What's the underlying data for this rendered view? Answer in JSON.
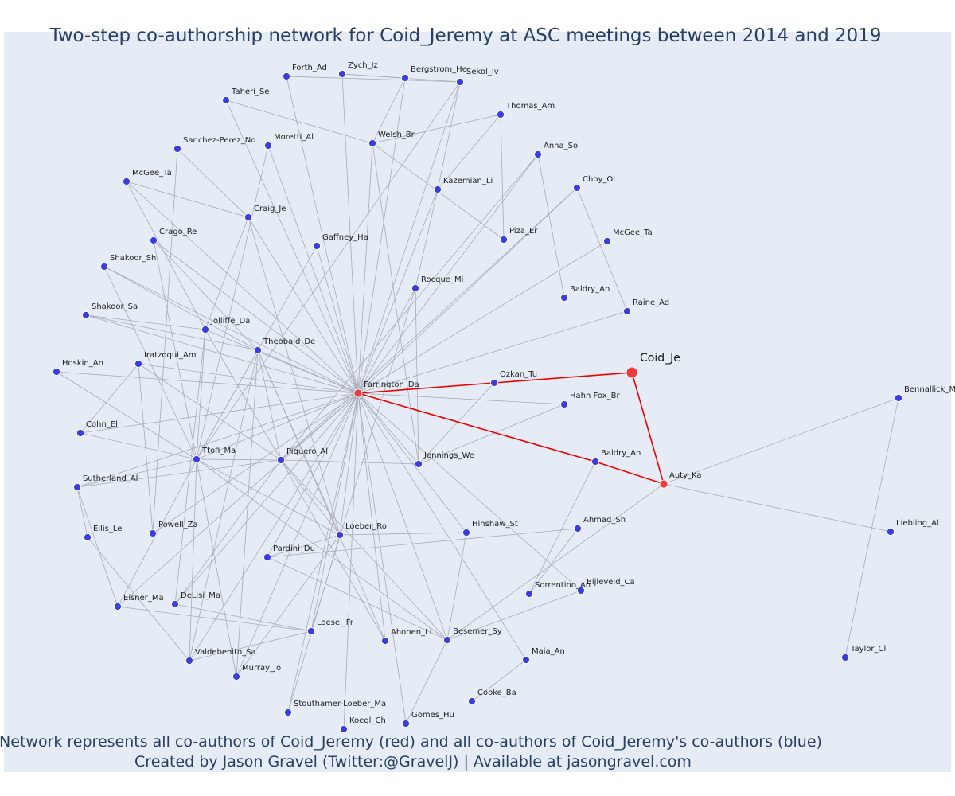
{
  "title": "Two-step co-authorship network for Coid_Jeremy at ASC meetings between 2014 and 2019",
  "caption_line1": "Network represents all co-authors of Coid_Jeremy (red) and all co-authors of Coid_Jeremy's co-authors (blue)",
  "caption_line2": "Created by Jason Gravel (Twitter:@GravelJ) | Available at jasongravel.com",
  "colors": {
    "background": "#e5ecf6",
    "edge": "#a9abb6",
    "red_edge": "#ee0000",
    "red_node": "#ef3b3b",
    "blue_node": "#3a3ee0",
    "text": "#2a3f5f"
  },
  "nodes": [
    {
      "id": "Coid_Je",
      "label": "Coid_Je",
      "group": "focal"
    },
    {
      "id": "Farrington_Da",
      "label": "Farrington_Da",
      "group": "red"
    },
    {
      "id": "Auty_Ka",
      "label": "Auty_Ka",
      "group": "red"
    },
    {
      "id": "Ozkan_Tu",
      "label": "Ozkan_Tu",
      "group": "blue"
    },
    {
      "id": "Baldry_An2",
      "label": "Baldry_An",
      "group": "blue"
    },
    {
      "id": "Forth_Ad",
      "label": "Forth_Ad",
      "group": "blue"
    },
    {
      "id": "Zych_Iz",
      "label": "Zych_Iz",
      "group": "blue"
    },
    {
      "id": "Bergstrom_He",
      "label": "Bergstrom_He",
      "group": "blue"
    },
    {
      "id": "Sekol_Iv",
      "label": "Sekol_Iv",
      "group": "blue"
    },
    {
      "id": "Taheri_Se",
      "label": "Taheri_Se",
      "group": "blue"
    },
    {
      "id": "Thomas_Am",
      "label": "Thomas_Am",
      "group": "blue"
    },
    {
      "id": "Moretti_Al",
      "label": "Moretti_Al",
      "group": "blue"
    },
    {
      "id": "Welsh_Br",
      "label": "Welsh_Br",
      "group": "blue"
    },
    {
      "id": "Sanchez-Perez_No",
      "label": "Sanchez-Perez_No",
      "group": "blue"
    },
    {
      "id": "Anna_So",
      "label": "Anna_So",
      "group": "blue"
    },
    {
      "id": "McGee_Ta",
      "label": "McGee_Ta",
      "group": "blue"
    },
    {
      "id": "Kazemian_Li",
      "label": "Kazemian_Li",
      "group": "blue"
    },
    {
      "id": "Choy_Ol",
      "label": "Choy_Ol",
      "group": "blue"
    },
    {
      "id": "Craig_Je",
      "label": "Craig_Je",
      "group": "blue"
    },
    {
      "id": "Crago_Re",
      "label": "Crago_Re",
      "group": "blue"
    },
    {
      "id": "Gaffney_Ha",
      "label": "Gaffney_Ha",
      "group": "blue"
    },
    {
      "id": "Piza_Er",
      "label": "Piza_Er",
      "group": "blue"
    },
    {
      "id": "McGee_Ta2",
      "label": "McGee_Ta",
      "group": "blue"
    },
    {
      "id": "Shakoor_Sh",
      "label": "Shakoor_Sh",
      "group": "blue"
    },
    {
      "id": "Rocque_Mi",
      "label": "Rocque_Mi",
      "group": "blue"
    },
    {
      "id": "Baldry_An",
      "label": "Baldry_An",
      "group": "blue"
    },
    {
      "id": "Raine_Ad",
      "label": "Raine_Ad",
      "group": "blue"
    },
    {
      "id": "Shakoor_Sa",
      "label": "Shakoor_Sa",
      "group": "blue"
    },
    {
      "id": "Jolliffe_Da",
      "label": "Jolliffe_Da",
      "group": "blue"
    },
    {
      "id": "Theobald_De",
      "label": "Theobald_De",
      "group": "blue"
    },
    {
      "id": "Hoskin_An",
      "label": "Hoskin_An",
      "group": "blue"
    },
    {
      "id": "Iratzoqui_Am",
      "label": "Iratzoqui_Am",
      "group": "blue"
    },
    {
      "id": "Hahn_Fox_Br",
      "label": "Hahn Fox_Br",
      "group": "blue"
    },
    {
      "id": "Bennallick_M",
      "label": "Bennallick_M",
      "group": "blue"
    },
    {
      "id": "Cohn_El",
      "label": "Cohn_El",
      "group": "blue"
    },
    {
      "id": "Ttofi_Ma",
      "label": "Ttofi_Ma",
      "group": "blue"
    },
    {
      "id": "Piquero_Al",
      "label": "Piquero_Al",
      "group": "blue"
    },
    {
      "id": "Jennings_We",
      "label": "Jennings_We",
      "group": "blue"
    },
    {
      "id": "Sutherland_Al",
      "label": "Sutherland_Al",
      "group": "blue"
    },
    {
      "id": "Powell_Za",
      "label": "Powell_Za",
      "group": "blue"
    },
    {
      "id": "Ellis_Le",
      "label": "Ellis_Le",
      "group": "blue"
    },
    {
      "id": "Loeber_Ro",
      "label": "Loeber_Ro",
      "group": "blue"
    },
    {
      "id": "Hinshaw_St",
      "label": "Hinshaw_St",
      "group": "blue"
    },
    {
      "id": "Ahmad_Sh",
      "label": "Ahmad_Sh",
      "group": "blue"
    },
    {
      "id": "Liebling_Al",
      "label": "Liebling_Al",
      "group": "blue"
    },
    {
      "id": "Pardini_Du",
      "label": "Pardini_Du",
      "group": "blue"
    },
    {
      "id": "Eisner_Ma",
      "label": "Eisner_Ma",
      "group": "blue"
    },
    {
      "id": "DeLisi_Ma",
      "label": "DeLisi_Ma",
      "group": "blue"
    },
    {
      "id": "Sorrentino_An",
      "label": "Sorrentino_An",
      "group": "blue"
    },
    {
      "id": "Bijleveld_Ca",
      "label": "Bijleveld_Ca",
      "group": "blue"
    },
    {
      "id": "Loesel_Fr",
      "label": "Loesel_Fr",
      "group": "blue"
    },
    {
      "id": "Ahonen_Li",
      "label": "Ahonen_Li",
      "group": "blue"
    },
    {
      "id": "Besemer_Sy",
      "label": "Besemer_Sy",
      "group": "blue"
    },
    {
      "id": "Valdebenito_Sa",
      "label": "Valdebenito_Sa",
      "group": "blue"
    },
    {
      "id": "Murray_Jo",
      "label": "Murray_Jo",
      "group": "blue"
    },
    {
      "id": "Maia_An",
      "label": "Maia_An",
      "group": "blue"
    },
    {
      "id": "Taylor_Cl",
      "label": "Taylor_Cl",
      "group": "blue"
    },
    {
      "id": "Cooke_Ba",
      "label": "Cooke_Ba",
      "group": "blue"
    },
    {
      "id": "Stouthamer-Loeber_Ma",
      "label": "Stouthamer-Loeber_Ma",
      "group": "blue"
    },
    {
      "id": "Gomes_Hu",
      "label": "Gomes_Hu",
      "group": "blue"
    },
    {
      "id": "Koegl_Ch",
      "label": "Koegl_Ch",
      "group": "blue"
    }
  ],
  "edges": [
    [
      "Coid_Je",
      "Ozkan_Tu",
      "red"
    ],
    [
      "Coid_Je",
      "Auty_Ka",
      "red"
    ],
    [
      "Ozkan_Tu",
      "Farrington_Da",
      "red"
    ],
    [
      "Farrington_Da",
      "Baldry_An2",
      "red"
    ],
    [
      "Baldry_An2",
      "Auty_Ka",
      "red"
    ],
    [
      "Farrington_Da",
      "Forth_Ad"
    ],
    [
      "Farrington_Da",
      "Zych_Iz"
    ],
    [
      "Farrington_Da",
      "Bergstrom_He"
    ],
    [
      "Farrington_Da",
      "Sekol_Iv"
    ],
    [
      "Farrington_Da",
      "Taheri_Se"
    ],
    [
      "Farrington_Da",
      "Moretti_Al"
    ],
    [
      "Farrington_Da",
      "Welsh_Br"
    ],
    [
      "Farrington_Da",
      "Anna_So"
    ],
    [
      "Farrington_Da",
      "McGee_Ta"
    ],
    [
      "Farrington_Da",
      "Kazemian_Li"
    ],
    [
      "Farrington_Da",
      "Choy_Ol"
    ],
    [
      "Farrington_Da",
      "Craig_Je"
    ],
    [
      "Farrington_Da",
      "Crago_Re"
    ],
    [
      "Farrington_Da",
      "Gaffney_Ha"
    ],
    [
      "Farrington_Da",
      "McGee_Ta2"
    ],
    [
      "Farrington_Da",
      "Shakoor_Sh"
    ],
    [
      "Farrington_Da",
      "Rocque_Mi"
    ],
    [
      "Farrington_Da",
      "Raine_Ad"
    ],
    [
      "Farrington_Da",
      "Shakoor_Sa"
    ],
    [
      "Farrington_Da",
      "Jolliffe_Da"
    ],
    [
      "Farrington_Da",
      "Theobald_De"
    ],
    [
      "Farrington_Da",
      "Hoskin_An"
    ],
    [
      "Farrington_Da",
      "Iratzoqui_Am"
    ],
    [
      "Farrington_Da",
      "Hahn_Fox_Br"
    ],
    [
      "Farrington_Da",
      "Cohn_El"
    ],
    [
      "Farrington_Da",
      "Ttofi_Ma"
    ],
    [
      "Farrington_Da",
      "Piquero_Al"
    ],
    [
      "Farrington_Da",
      "Jennings_We"
    ],
    [
      "Farrington_Da",
      "Sutherland_Al"
    ],
    [
      "Farrington_Da",
      "Powell_Za"
    ],
    [
      "Farrington_Da",
      "Loeber_Ro"
    ],
    [
      "Farrington_Da",
      "Hinshaw_St"
    ],
    [
      "Farrington_Da",
      "Pardini_Du"
    ],
    [
      "Farrington_Da",
      "Eisner_Ma"
    ],
    [
      "Farrington_Da",
      "DeLisi_Ma"
    ],
    [
      "Farrington_Da",
      "Bijleveld_Ca"
    ],
    [
      "Farrington_Da",
      "Loesel_Fr"
    ],
    [
      "Farrington_Da",
      "Ahonen_Li"
    ],
    [
      "Farrington_Da",
      "Besemer_Sy"
    ],
    [
      "Farrington_Da",
      "Valdebenito_Sa"
    ],
    [
      "Farrington_Da",
      "Murray_Jo"
    ],
    [
      "Farrington_Da",
      "Maia_An"
    ],
    [
      "Farrington_Da",
      "Stouthamer-Loeber_Ma"
    ],
    [
      "Farrington_Da",
      "Gomes_Hu"
    ],
    [
      "Farrington_Da",
      "Koegl_Ch"
    ],
    [
      "Forth_Ad",
      "Sekol_Iv"
    ],
    [
      "Zych_Iz",
      "Bergstrom_He"
    ],
    [
      "Zych_Iz",
      "Sekol_Iv"
    ],
    [
      "Bergstrom_He",
      "Welsh_Br"
    ],
    [
      "Sekol_Iv",
      "Kazemian_Li"
    ],
    [
      "Sekol_Iv",
      "Ttofi_Ma"
    ],
    [
      "Taheri_Se",
      "Welsh_Br"
    ],
    [
      "Welsh_Br",
      "Thomas_Am"
    ],
    [
      "Welsh_Br",
      "Piza_Er"
    ],
    [
      "Welsh_Br",
      "Jennings_We"
    ],
    [
      "Thomas_Am",
      "Kazemian_Li"
    ],
    [
      "Thomas_Am",
      "Piza_Er"
    ],
    [
      "Kazemian_Li",
      "Rocque_Mi"
    ],
    [
      "Anna_So",
      "Baldry_An"
    ],
    [
      "Anna_So",
      "Piquero_Al"
    ],
    [
      "Choy_Ol",
      "Raine_Ad"
    ],
    [
      "Choy_Ol",
      "Piquero_Al"
    ],
    [
      "Moretti_Al",
      "Ttofi_Ma"
    ],
    [
      "Sanchez-Perez_No",
      "Craig_Je"
    ],
    [
      "Sanchez-Perez_No",
      "Powell_Za"
    ],
    [
      "McGee_Ta",
      "Craig_Je"
    ],
    [
      "McGee_Ta",
      "Jolliffe_Da"
    ],
    [
      "Craig_Je",
      "Jolliffe_Da"
    ],
    [
      "Craig_Je",
      "Loeber_Ro"
    ],
    [
      "Crago_Re",
      "Ttofi_Ma"
    ],
    [
      "Crago_Re",
      "Theobald_De"
    ],
    [
      "Gaffney_Ha",
      "Ttofi_Ma"
    ],
    [
      "Shakoor_Sh",
      "Theobald_De"
    ],
    [
      "Shakoor_Sh",
      "Ttofi_Ma"
    ],
    [
      "Shakoor_Sa",
      "Theobald_De"
    ],
    [
      "Shakoor_Sa",
      "Jolliffe_Da"
    ],
    [
      "Jolliffe_Da",
      "Ttofi_Ma"
    ],
    [
      "Jolliffe_Da",
      "Piquero_Al"
    ],
    [
      "Jolliffe_Da",
      "DeLisi_Ma"
    ],
    [
      "Theobald_De",
      "Piquero_Al"
    ],
    [
      "Theobald_De",
      "Loeber_Ro"
    ],
    [
      "Theobald_De",
      "Valdebenito_Sa"
    ],
    [
      "Theobald_De",
      "Ttofi_Ma"
    ],
    [
      "Theobald_De",
      "Murray_Jo"
    ],
    [
      "Theobald_De",
      "Ahonen_Li"
    ],
    [
      "Iratzoqui_Am",
      "Piquero_Al"
    ],
    [
      "Iratzoqui_Am",
      "Cohn_El"
    ],
    [
      "Iratzoqui_Am",
      "Powell_Za"
    ],
    [
      "Cohn_El",
      "Ttofi_Ma"
    ],
    [
      "Ttofi_Ma",
      "Piquero_Al"
    ],
    [
      "Ttofi_Ma",
      "Sutherland_Al"
    ],
    [
      "Ttofi_Ma",
      "Loeber_Ro"
    ],
    [
      "Ttofi_Ma",
      "Valdebenito_Sa"
    ],
    [
      "Ttofi_Ma",
      "Murray_Jo"
    ],
    [
      "Ttofi_Ma",
      "Besemer_Sy"
    ],
    [
      "Ttofi_Ma",
      "Eisner_Ma"
    ],
    [
      "Piquero_Al",
      "Jennings_We"
    ],
    [
      "Piquero_Al",
      "Loeber_Ro"
    ],
    [
      "Piquero_Al",
      "Sutherland_Al"
    ],
    [
      "Piquero_Al",
      "DeLisi_Ma"
    ],
    [
      "Piquero_Al",
      "Besemer_Sy"
    ],
    [
      "Piquero_Al",
      "Ahonen_Li"
    ],
    [
      "Jennings_We",
      "Ozkan_Tu"
    ],
    [
      "Jennings_We",
      "Hahn_Fox_Br"
    ],
    [
      "Jennings_We",
      "Rocque_Mi"
    ],
    [
      "Loeber_Ro",
      "Pardini_Du"
    ],
    [
      "Loeber_Ro",
      "Stouthamer-Loeber_Ma"
    ],
    [
      "Loeber_Ro",
      "Hinshaw_St"
    ],
    [
      "Pardini_Du",
      "Ahmad_Sh"
    ],
    [
      "Pardini_Du",
      "Besemer_Sy"
    ],
    [
      "Hinshaw_St",
      "Besemer_Sy"
    ],
    [
      "Besemer_Sy",
      "Bijleveld_Ca"
    ],
    [
      "Besemer_Sy",
      "Gomes_Hu"
    ],
    [
      "Ahmad_Sh",
      "Sorrentino_An"
    ],
    [
      "Baldry_An2",
      "Sorrentino_An"
    ],
    [
      "Maia_An",
      "Cooke_Ba"
    ],
    [
      "Hoskin_An",
      "Ttofi_Ma"
    ],
    [
      "Sutherland_Al",
      "Eisner_Ma"
    ],
    [
      "Sutherland_Al",
      "Ellis_Le"
    ],
    [
      "Ellis_Le",
      "Valdebenito_Sa"
    ],
    [
      "Eisner_Ma",
      "Loesel_Fr"
    ],
    [
      "DeLisi_Ma",
      "Loesel_Fr"
    ],
    [
      "Loesel_Fr",
      "Valdebenito_Sa"
    ],
    [
      "Loesel_Fr",
      "Rocque_Mi"
    ],
    [
      "Murray_Jo",
      "Loeber_Ro"
    ],
    [
      "Auty_Ka",
      "Bennallick_M"
    ],
    [
      "Auty_Ka",
      "Liebling_Al"
    ],
    [
      "Auty_Ka",
      "Besemer_Sy"
    ],
    [
      "Bennallick_M",
      "Taylor_Cl"
    ]
  ]
}
